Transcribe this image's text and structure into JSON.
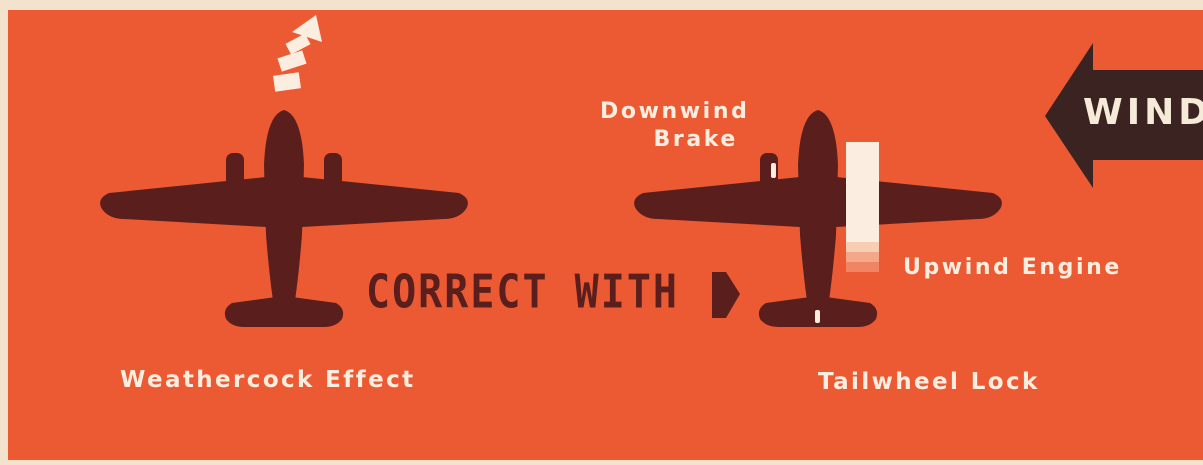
{
  "labels": {
    "weathercock": "Weathercock Effect",
    "downwind_line1": "Downwind",
    "downwind_line2": "Brake",
    "upwind": "Upwind Engine",
    "tailwheel": "Tailwheel Lock",
    "correct_with": "CORRECT WITH",
    "wind": "WIND"
  },
  "colors": {
    "panel": "#ec5a33",
    "background": "#f3e2cc",
    "aircraft": "#5a1f1c",
    "highlight": "#fbeee0"
  },
  "icons": {
    "weathercock_arrow": "curved-dashed-arrow-icon",
    "correct_arrow": "right-pointer-arrow-icon",
    "wind_arrow": "left-block-arrow-icon"
  }
}
